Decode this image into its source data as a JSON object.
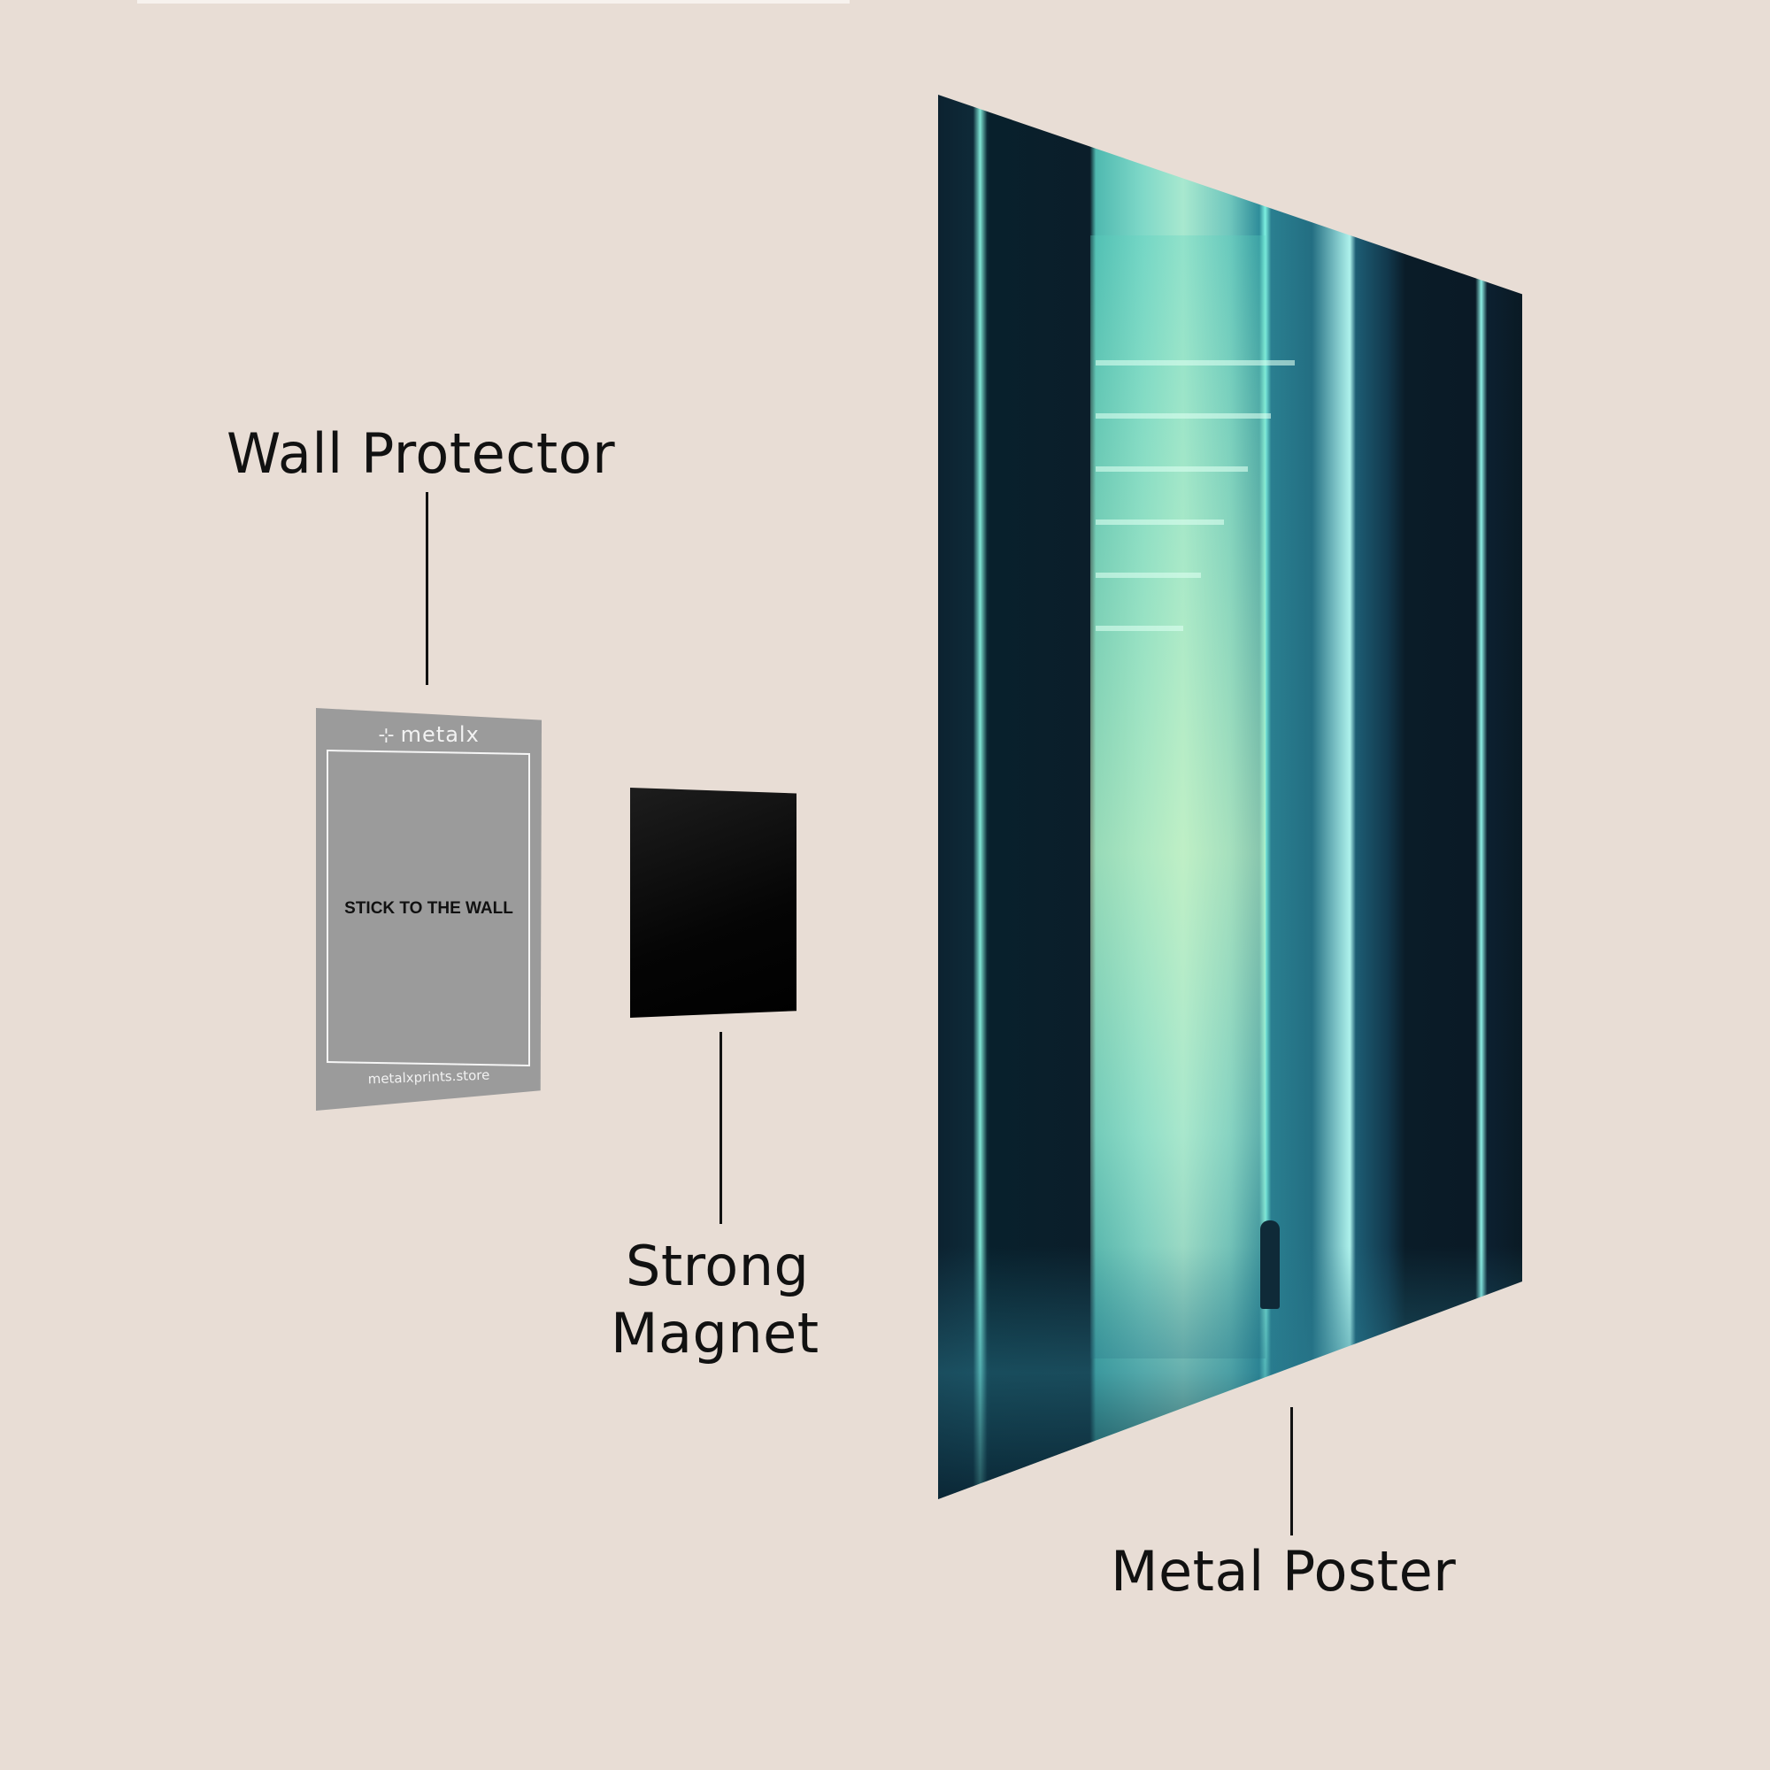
{
  "labels": {
    "wall_protector": "Wall Protector",
    "strong_magnet_line1": "Strong",
    "strong_magnet_line2": "Magnet",
    "metal_poster": "Metal Poster"
  },
  "wall_protector_card": {
    "brand": "metalx",
    "brand_icon": "slash-cross-logo-icon",
    "instruction": "STICK TO THE WALL",
    "website": "metalxprints.store",
    "color": "#9b9b9b"
  },
  "magnet": {
    "color": "#050505"
  },
  "poster": {
    "subject": "neon-lit corridor with lone figure",
    "palette": [
      "#0b1e2a",
      "#4fb9b0",
      "#a8e8cf",
      "#7ef0e0",
      "#12384c"
    ]
  },
  "colors": {
    "background": "#e8ddd5",
    "text": "#111111"
  }
}
